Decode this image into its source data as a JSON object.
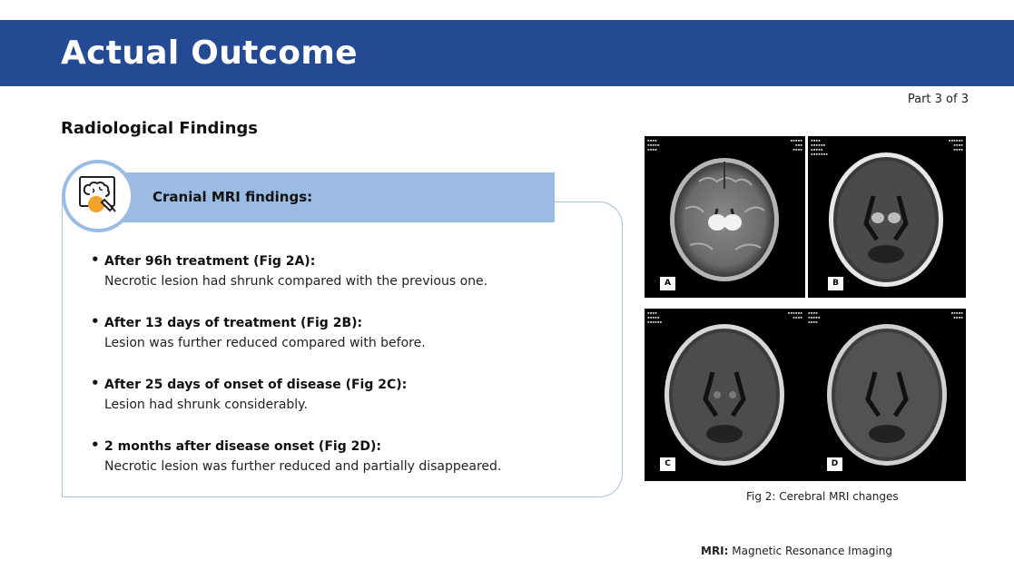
{
  "header": {
    "title": "Actual Outcome"
  },
  "part_label": "Part 3 of 3",
  "section_title": "Radiological Findings",
  "banner_title": "Cranial MRI findings:",
  "findings": [
    {
      "title": "After 96h treatment (Fig 2A):",
      "detail": "Necrotic lesion had shrunk compared with the previous one."
    },
    {
      "title": "After 13 days of treatment (Fig 2B):",
      "detail": "Lesion was further reduced compared with before."
    },
    {
      "title": "After 25 days of onset of disease (Fig 2C):",
      "detail": "Lesion had shrunk considerably."
    },
    {
      "title": "2 months after disease onset (Fig 2D):",
      "detail": "Necrotic lesion was further reduced and partially disappeared."
    }
  ],
  "figure": {
    "panels": [
      "A",
      "B",
      "C",
      "D"
    ],
    "caption": "Fig 2: Cerebral MRI changes"
  },
  "footnote": {
    "term": "MRI:",
    "definition": "Magnetic Resonance Imaging"
  },
  "colors": {
    "header_bg": "#244a94",
    "banner_bg": "#9bbbe2",
    "card_border": "#a8c2e0"
  }
}
